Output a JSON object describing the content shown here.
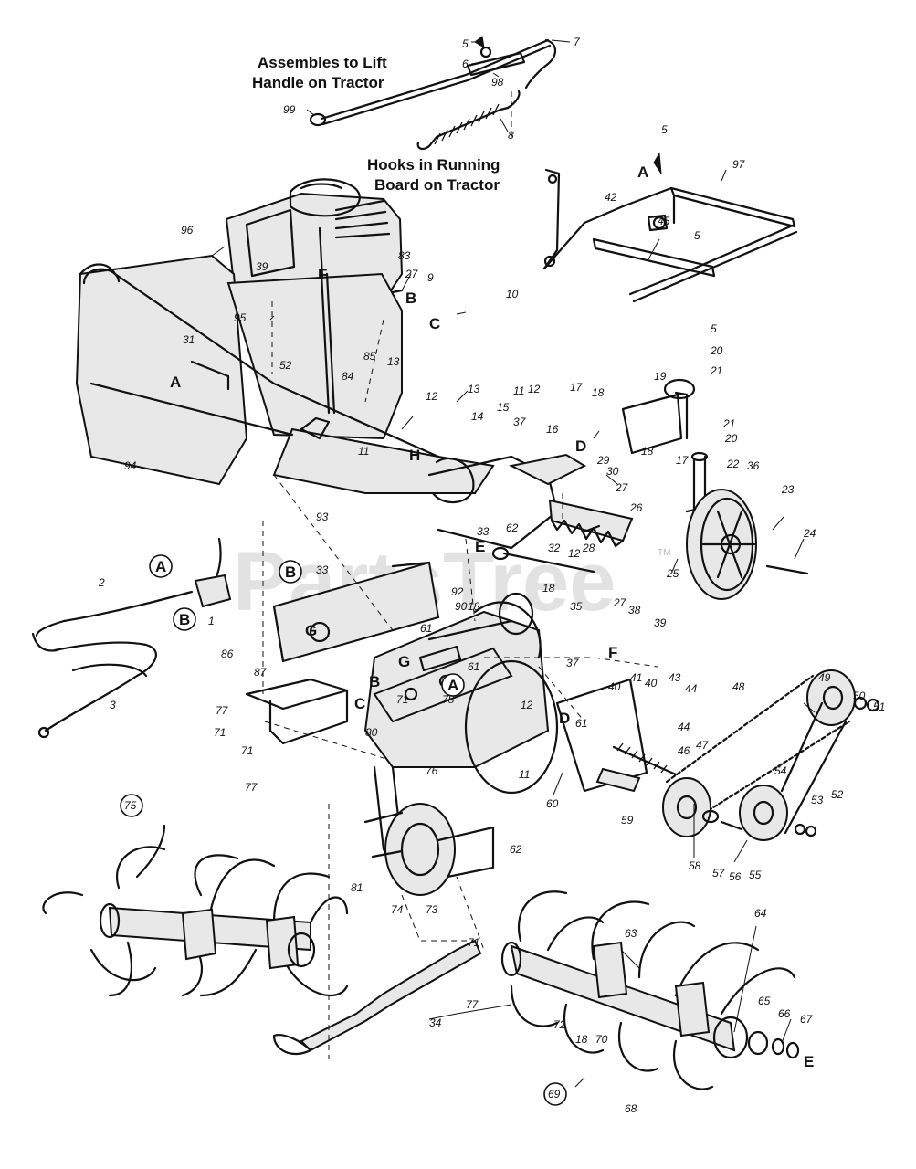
{
  "callouts": {
    "lift_line1": "Assembles to Lift",
    "lift_line2": "Handle on Tractor",
    "hooks_line1": "Hooks in Running",
    "hooks_line2": "Board on Tractor"
  },
  "watermark": {
    "text": "PartsTree",
    "tm": "TM"
  },
  "part_numbers": {
    "n5": "5",
    "n6": "6",
    "n7": "7",
    "n98": "98",
    "n99": "99",
    "n8": "8",
    "n97": "97",
    "n42": "42",
    "n45": "45",
    "n10": "10",
    "n96": "96",
    "n39": "39",
    "n83": "83",
    "n27": "27",
    "n9": "9",
    "n95": "95",
    "n31": "31",
    "n52": "52",
    "n13": "13",
    "n85": "85",
    "n84": "84",
    "n12": "12",
    "n11": "11",
    "n14": "14",
    "n15": "15",
    "n37": "37",
    "n16": "16",
    "n17": "17",
    "n18": "18",
    "n19": "19",
    "n20": "20",
    "n21": "21",
    "n22": "22",
    "n36": "36",
    "n23": "23",
    "n24": "24",
    "n25": "25",
    "n29": "29",
    "n30": "30",
    "n26": "26",
    "n28": "28",
    "n32": "32",
    "n62": "62",
    "n33": "33",
    "n94": "94",
    "n93": "93",
    "n35": "35",
    "n2": "2",
    "n1": "1",
    "n3": "3",
    "n86": "86",
    "n92": "92",
    "n90": "90",
    "n38": "38",
    "n61": "61",
    "n87": "87",
    "n80": "80",
    "n78": "78",
    "n71": "71",
    "n77": "77",
    "n40": "40",
    "n41": "41",
    "n43": "43",
    "n44": "44",
    "n46": "46",
    "n47": "47",
    "n48": "48",
    "n49": "49",
    "n50": "50",
    "n51": "51",
    "n54": "54",
    "n53": "53",
    "n59": "59",
    "n60": "60",
    "n76": "76",
    "n58": "58",
    "n57": "57",
    "n56": "56",
    "n55": "55",
    "n75": "75",
    "n81": "81",
    "n74": "74",
    "n73": "73",
    "n63": "63",
    "n64": "64",
    "n72": "72",
    "n70": "70",
    "n34": "34",
    "n65": "65",
    "n66": "66",
    "n67": "67",
    "n69": "69",
    "n68": "68"
  },
  "letters": {
    "A": "A",
    "B": "B",
    "C": "C",
    "D": "D",
    "E": "E",
    "F": "F",
    "G": "G",
    "H": "H"
  }
}
